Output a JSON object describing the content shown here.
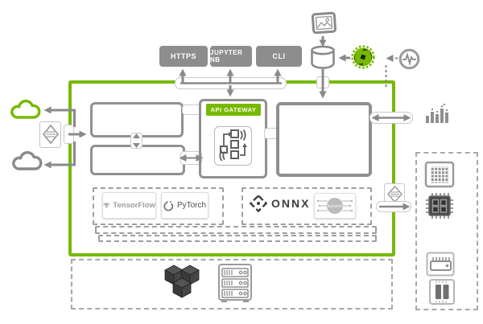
{
  "colors": {
    "nvidia_green": "#76b900",
    "endpoint_grey": "#8d8d8d",
    "line_grey": "#8a8a8a",
    "box_border_grey": "#909090",
    "dark_grey": "#3f3f3f"
  },
  "endpoints": [
    {
      "label": "HTTPS"
    },
    {
      "label": "JUPYTER NB"
    },
    {
      "label": "CLI"
    }
  ],
  "gateway": {
    "label": "API GATEWAY"
  },
  "frameworks": {
    "tensorflow": "TensorFlow",
    "pytorch": "PyTorch"
  },
  "backends": {
    "onnx": "ONNX",
    "tensorrt": "TensorRT"
  },
  "icons": [
    "image-monitor-icon",
    "database-icon",
    "data-loader-swirl-icon",
    "metrics-gauge-icon",
    "bar-chart-icon",
    "green-cloud-icon",
    "grey-cloud-icon",
    "load-balancer-icon",
    "model-flow-icon",
    "balancer-diamond-icon",
    "cluster-cubes-icon",
    "server-rack-icon",
    "gpu-grid-chip-icon",
    "cpu-chip-icon",
    "ic-chip-icon",
    "module-chip-icon"
  ]
}
